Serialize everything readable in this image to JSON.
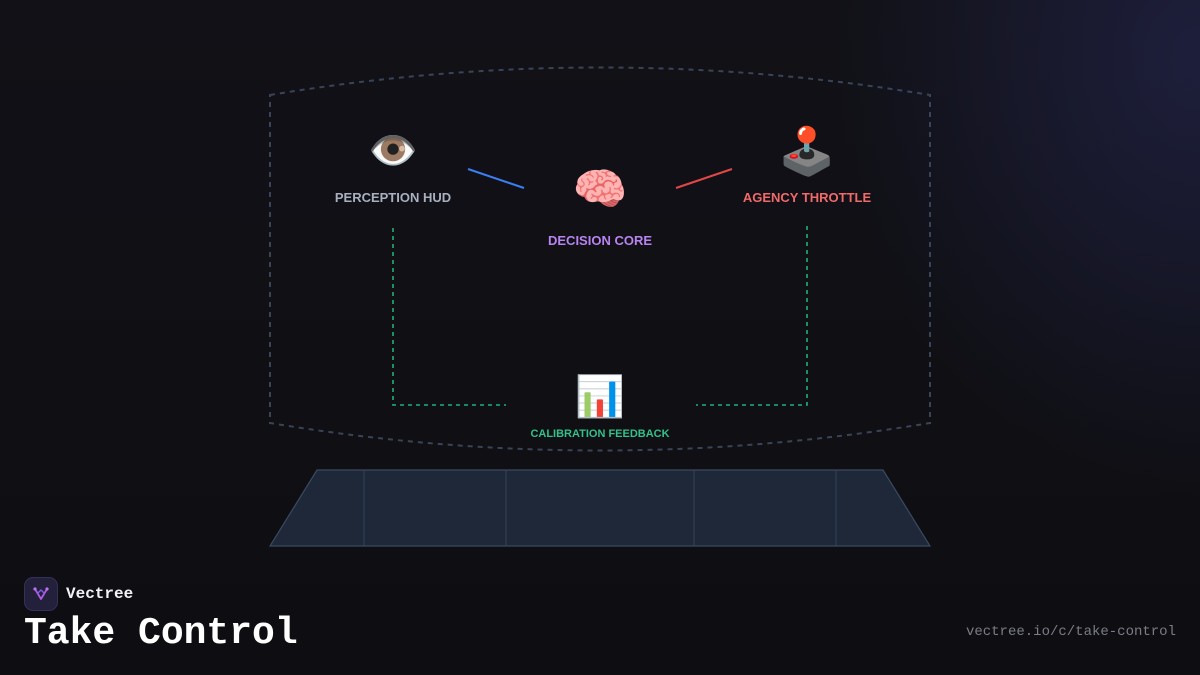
{
  "diagram": {
    "nodes": {
      "perception": {
        "label": "PERCEPTION HUD",
        "icon": "eye-icon",
        "glyph": "👁️",
        "color": "#a8b0c0"
      },
      "decision": {
        "label": "DECISION CORE",
        "icon": "brain-icon",
        "glyph": "🧠",
        "color": "#b784f0"
      },
      "agency": {
        "label": "AGENCY THROTTLE",
        "icon": "joystick-icon",
        "glyph": "🕹️",
        "color": "#f06a6a"
      },
      "calibration": {
        "label": "CALIBRATION FEEDBACK",
        "icon": "bar-chart-icon",
        "glyph": "📊",
        "color": "#34c08a"
      }
    },
    "colors": {
      "frame": "#3a4458",
      "link_perception_decision": "#3b7ff0",
      "link_decision_agency": "#e04848",
      "feedback": "#22b07a",
      "platform_fill": "#1e2838",
      "platform_stroke": "#3a4a60"
    }
  },
  "brand": {
    "name": "Vectree",
    "logo_icon": "vectree-logo-icon"
  },
  "footer": {
    "title": "Take Control",
    "url": "vectree.io/c/take-control"
  }
}
